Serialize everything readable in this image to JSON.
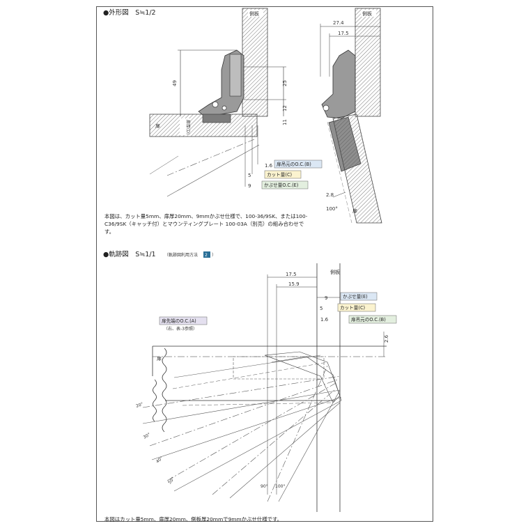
{
  "outline": {
    "title": "●外形図　S≒1/2",
    "side_panel": "側板",
    "side_panel_right": "側板",
    "door": "扉",
    "dim_49": "49",
    "dim_25": "25",
    "dim_12": "12",
    "dim_11": "11",
    "dim_274": "27.4",
    "dim_175": "17.5",
    "dim_28": "2.8",
    "angle_100": "100°",
    "door_thickness_label": "扉厚(D)",
    "dim_16": "1.6",
    "dim_5": "5",
    "dim_9": "9",
    "label_b": "扉吊元のO.C.(B)",
    "label_c": "カット量(C)",
    "label_e": "かぶせ量O.C.(E)",
    "note": "本図は、カット量5mm、扉厚20mm、9mmかぶせ仕様で、100-36/9SK、または100-C36/9SK（キャッチ付）とマウンティングプレート 100-03A（別売）の組み合わせです。"
  },
  "trajectory": {
    "title": "●軌跡図　S≒1/1",
    "usage": "（軌跡図利用方法",
    "usage_num": "2",
    "usage_close": "）",
    "side_panel": "側板",
    "dim_175": "17.5",
    "dim_159": "15.9",
    "dim_9": "9",
    "dim_5": "5",
    "dim_16": "1.6",
    "dim_26": "2.6",
    "label_e": "かぶせ量(E)",
    "label_c": "カット量(C)",
    "label_b": "扉吊元のO.C.(B)",
    "label_a": "扉先端のO.C.(A)",
    "label_a_sub": "（右、表-3参照）",
    "door": "扉",
    "angle_20": "20°",
    "angle_30": "30°",
    "angle_40": "40°",
    "angle_50": "50°",
    "angle_90": "90°",
    "angle_100": "100°",
    "note": "本図はカット量5mm、扉厚20mm、側板厚20mmで9mmかぶせ仕様です。"
  },
  "colors": {
    "label_blue": "#dbe7f4",
    "label_yellow": "#fbf3cf",
    "label_green": "#e3efdf",
    "label_purple": "#e4e0ef",
    "badge": "#2a6f97",
    "hinge_gray": "#8e8e8e"
  }
}
